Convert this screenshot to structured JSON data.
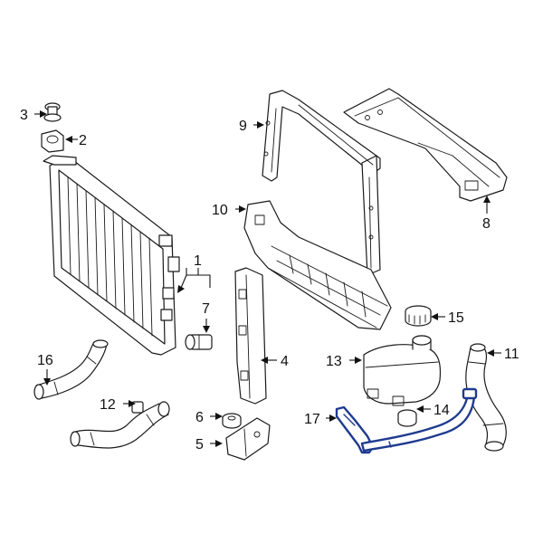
{
  "highlight_color": "#1f3a8f",
  "callouts": {
    "c1": "1",
    "c2": "2",
    "c3": "3",
    "c4": "4",
    "c5": "5",
    "c6": "6",
    "c7": "7",
    "c8": "8",
    "c9": "9",
    "c10": "10",
    "c11": "11",
    "c12": "12",
    "c13": "13",
    "c14": "14",
    "c15": "15",
    "c16": "16",
    "c17": "17"
  },
  "highlighted_part": "17"
}
